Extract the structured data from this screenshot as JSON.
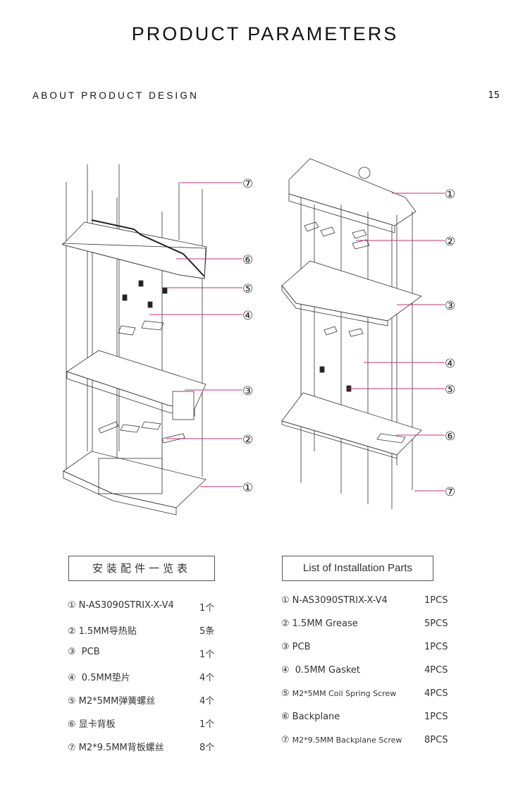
{
  "header": {
    "title": "PRODUCT PARAMETERS",
    "subtitle": "ABOUT PRODUCT DESIGN",
    "page_number": "15"
  },
  "diagram": {
    "left_callouts": [
      "⑦",
      "⑥",
      "⑤",
      "④",
      "③",
      "②",
      "①"
    ],
    "right_callouts": [
      "①",
      "②",
      "③",
      "④",
      "⑤",
      "⑥",
      "⑦"
    ],
    "accent_color": "#c8327a"
  },
  "cn_list": {
    "heading": "安装配件一览表",
    "rows": [
      {
        "num": "①",
        "name": "N-AS3090STRIX-X-V4",
        "qty": "1个"
      },
      {
        "num": "②",
        "name": "1.5MM导热贴",
        "qty": "5条"
      },
      {
        "num": "③",
        "name": " PCB",
        "qty": "1个"
      },
      {
        "num": "④",
        "name": " 0.5MM垫片",
        "qty": "4个"
      },
      {
        "num": "⑤",
        "name": "M2*5MM弹簧螺丝",
        "qty": "4个"
      },
      {
        "num": "⑥",
        "name": "显卡背板",
        "qty": "1个"
      },
      {
        "num": "⑦",
        "name": "M2*9.5MM背板螺丝",
        "qty": "8个"
      }
    ]
  },
  "en_list": {
    "heading": "List of Installation Parts",
    "rows": [
      {
        "num": "①",
        "name": "N-AS3090STRIX-X-V4",
        "qty": "1PCS"
      },
      {
        "num": "②",
        "name": "1.5MM Grease",
        "qty": "5PCS"
      },
      {
        "num": "③",
        "name": "PCB",
        "qty": "1PCS"
      },
      {
        "num": "④",
        "name": " 0.5MM  Gasket",
        "qty": "4PCS"
      },
      {
        "num": "⑤",
        "name": "M2*5MM Coil Spring Screw",
        "qty": "4PCS"
      },
      {
        "num": "⑥",
        "name": "Backplane",
        "qty": "1PCS"
      },
      {
        "num": "⑦",
        "name": "M2*9.5MM Backplane Screw",
        "qty": "8PCS"
      }
    ]
  }
}
